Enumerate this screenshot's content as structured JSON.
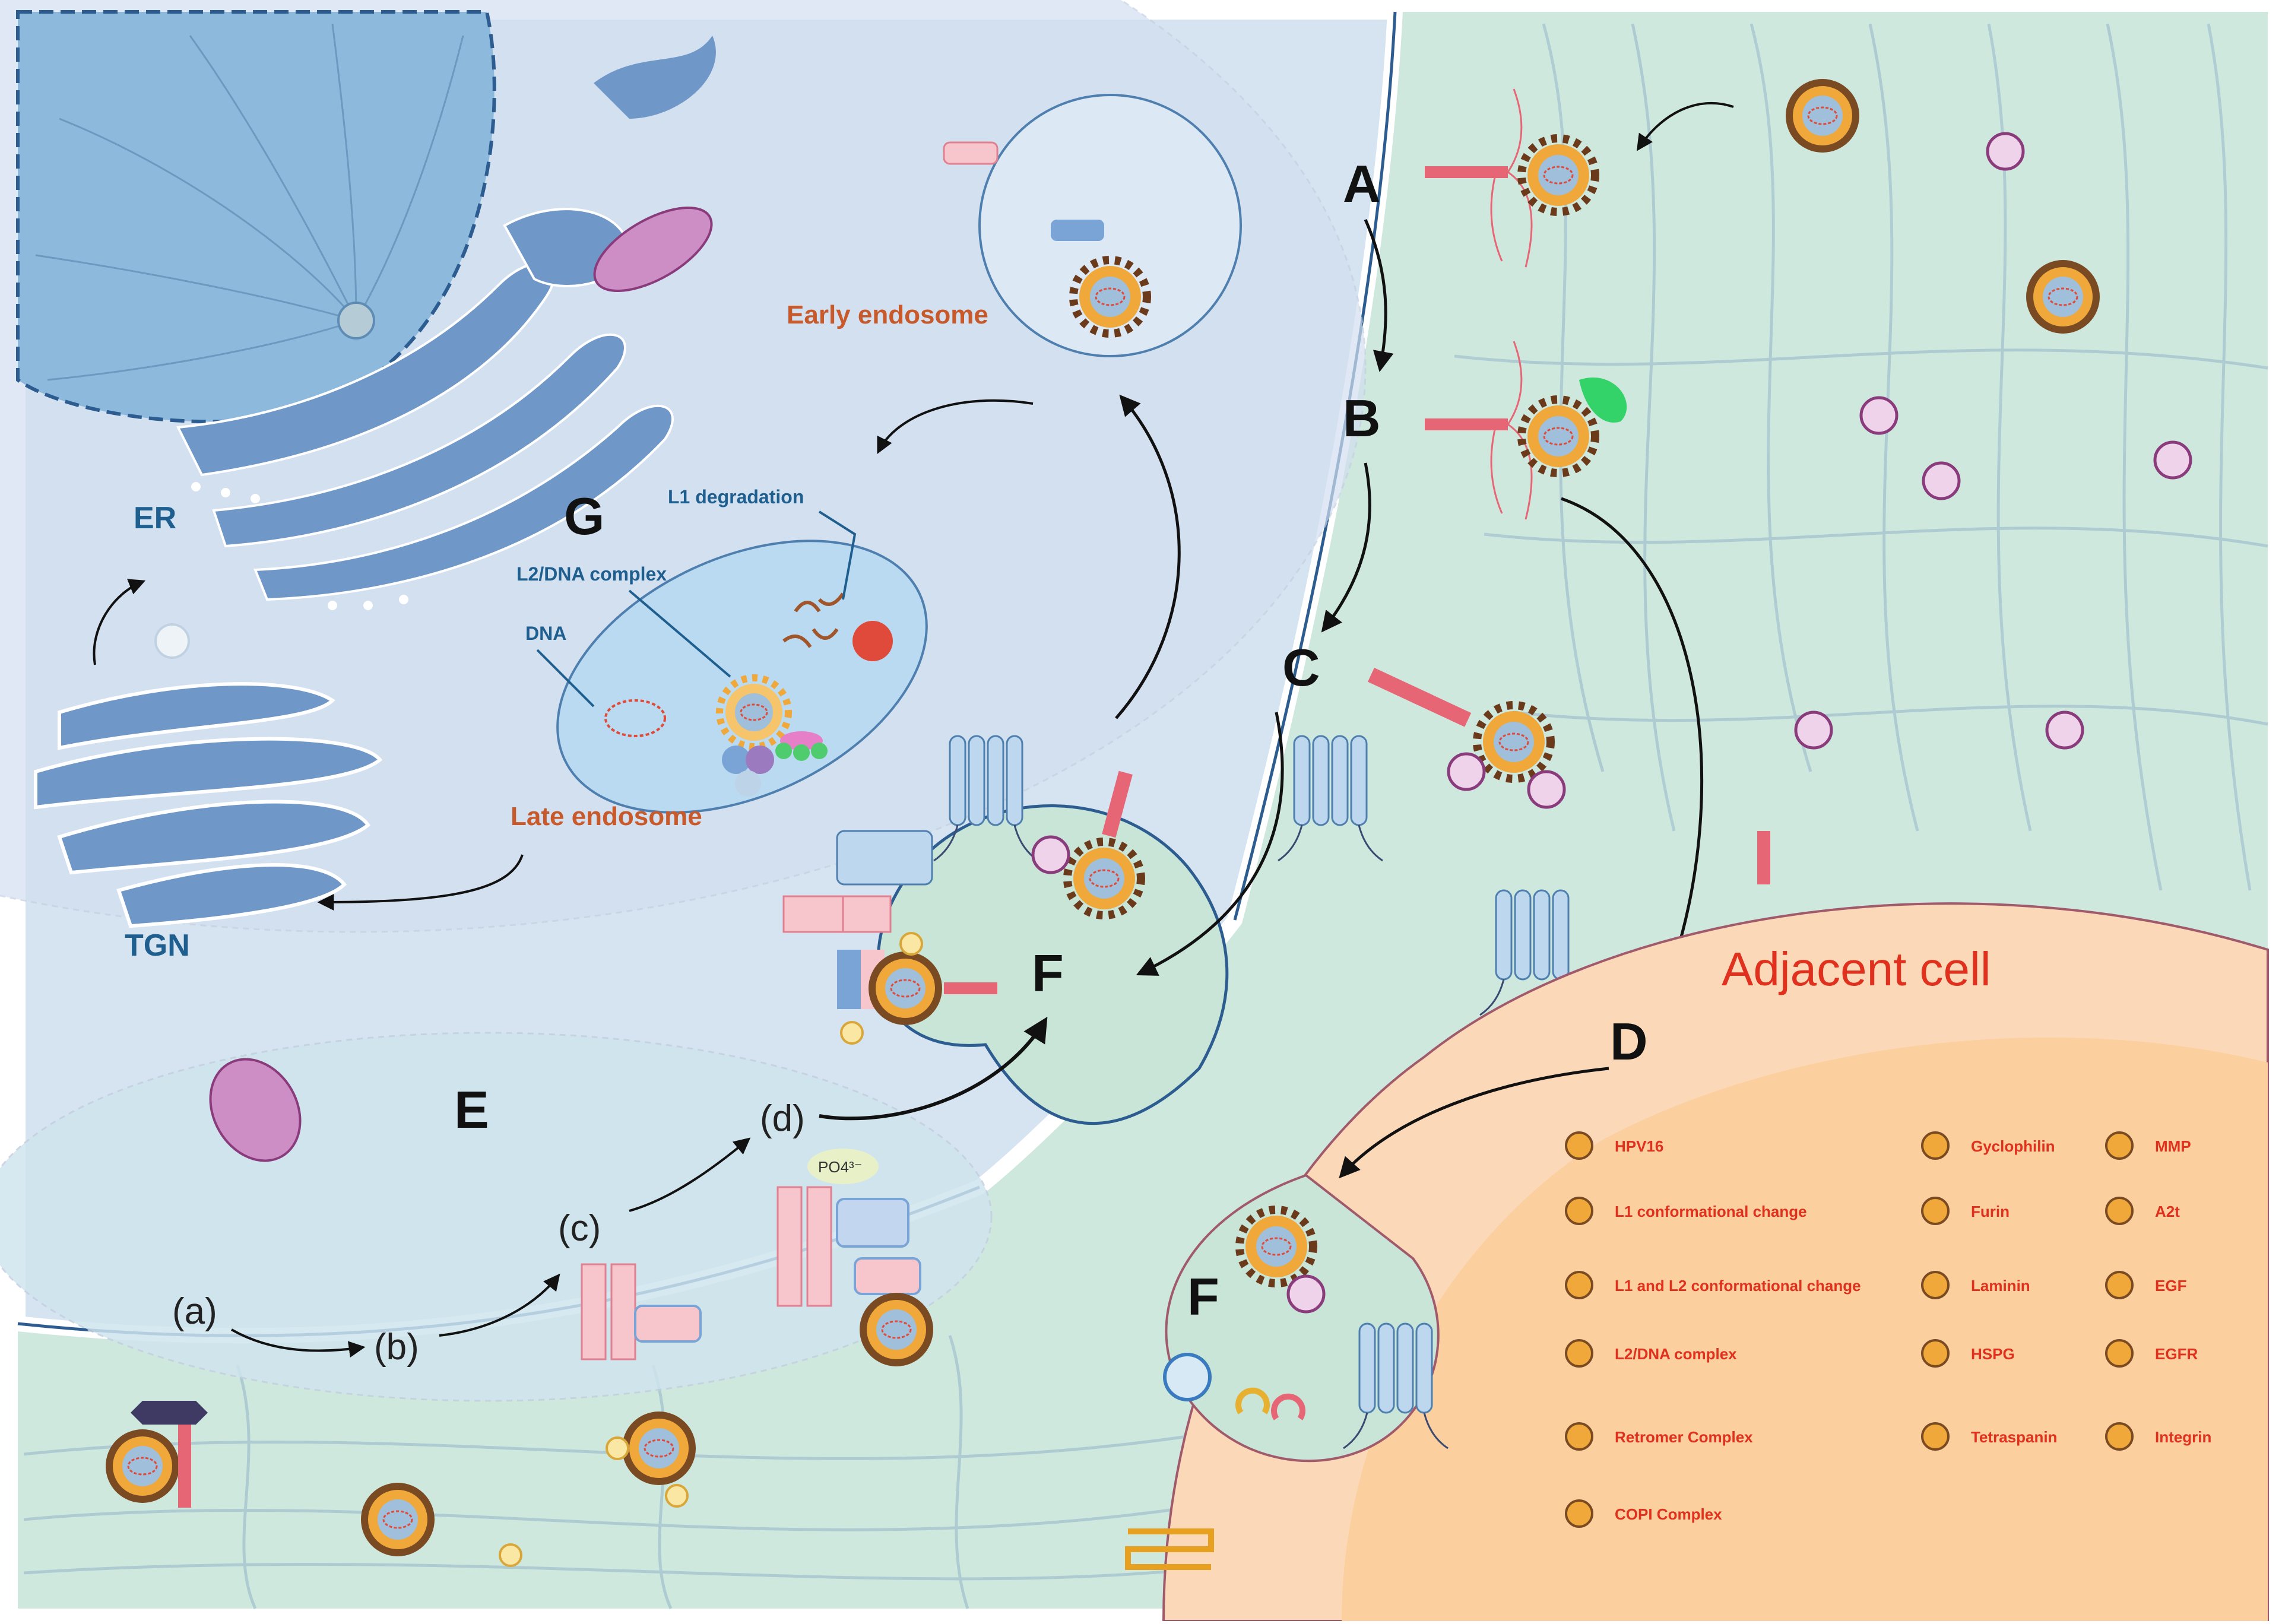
{
  "colors": {
    "extracellular": "#cfe8de",
    "cytoplasm": "#d6e4f1",
    "nucleus": "#8db9dc",
    "adjacent_cell": "#fbd8b8",
    "accent_red": "#e0301e",
    "label_blue": "#1f5f8f",
    "label_orange": "#c8592a"
  },
  "steps": {
    "A": "A",
    "B": "B",
    "C": "C",
    "D": "D",
    "E": "E",
    "F_main": "F",
    "F_adjacent": "F",
    "G": "G"
  },
  "substeps": {
    "a": "(a)",
    "b": "(b)",
    "c": "(c)",
    "d": "(d)"
  },
  "organelles": {
    "er": "ER",
    "tgn": "TGN",
    "early_endosome": "Early endosome",
    "late_endosome": "Late endosome"
  },
  "endosome_labels": {
    "l1_degradation": "L1 degradation",
    "l2_dna_complex": "L2/DNA complex",
    "dna": "DNA"
  },
  "phosphate": "PO4³⁻",
  "adjacent_cell": "Adjacent cell",
  "legend": [
    {
      "label": "HPV16",
      "icon": "hpv16-icon"
    },
    {
      "label": "Gyclophilin",
      "icon": "cyclophilin-icon"
    },
    {
      "label": "MMP",
      "icon": "mmp-icon"
    },
    {
      "label": "L1 conformational change",
      "icon": "l1-change-icon"
    },
    {
      "label": "Furin",
      "icon": "furin-icon"
    },
    {
      "label": "A2t",
      "icon": "a2t-icon"
    },
    {
      "label": "L1 and L2 conformational change",
      "icon": "l1-l2-change-icon"
    },
    {
      "label": "Laminin",
      "icon": "laminin-icon"
    },
    {
      "label": "EGF",
      "icon": "egf-icon"
    },
    {
      "label": "L2/DNA complex",
      "icon": "l2-dna-icon"
    },
    {
      "label": "HSPG",
      "icon": "hspg-icon"
    },
    {
      "label": "EGFR",
      "icon": "egfr-icon"
    },
    {
      "label": "Retromer Complex",
      "icon": "retromer-icon"
    },
    {
      "label": "COPI Complex",
      "icon": "copi-icon"
    },
    {
      "label": "Tetraspanin",
      "icon": "tetraspanin-icon"
    },
    {
      "label": "Integrin",
      "icon": "integrin-icon"
    }
  ]
}
